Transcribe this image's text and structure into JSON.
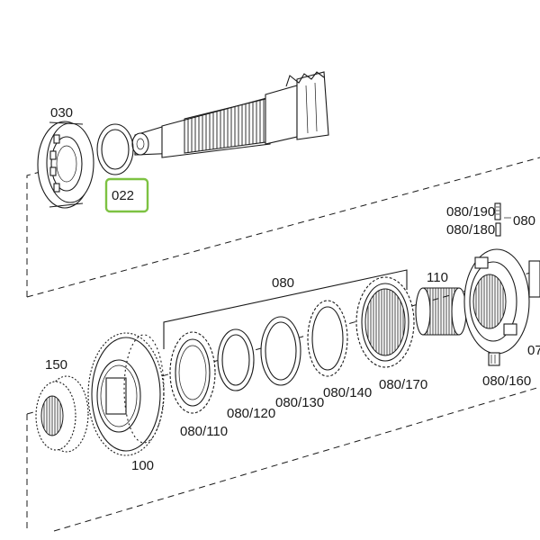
{
  "labels": {
    "p030": "030",
    "p022": "022",
    "p080": "080",
    "p080_190": "080/190",
    "p080_180": "080/180",
    "p080_edge": "080",
    "p110": "110",
    "p150": "150",
    "p100": "100",
    "p080_110": "080/110",
    "p080_120": "080/120",
    "p080_130": "080/130",
    "p080_140": "080/140",
    "p080_170": "080/170",
    "p080_160": "080/160",
    "p07": "07"
  },
  "highlight": {
    "part": "022",
    "color": "#7dc242"
  }
}
